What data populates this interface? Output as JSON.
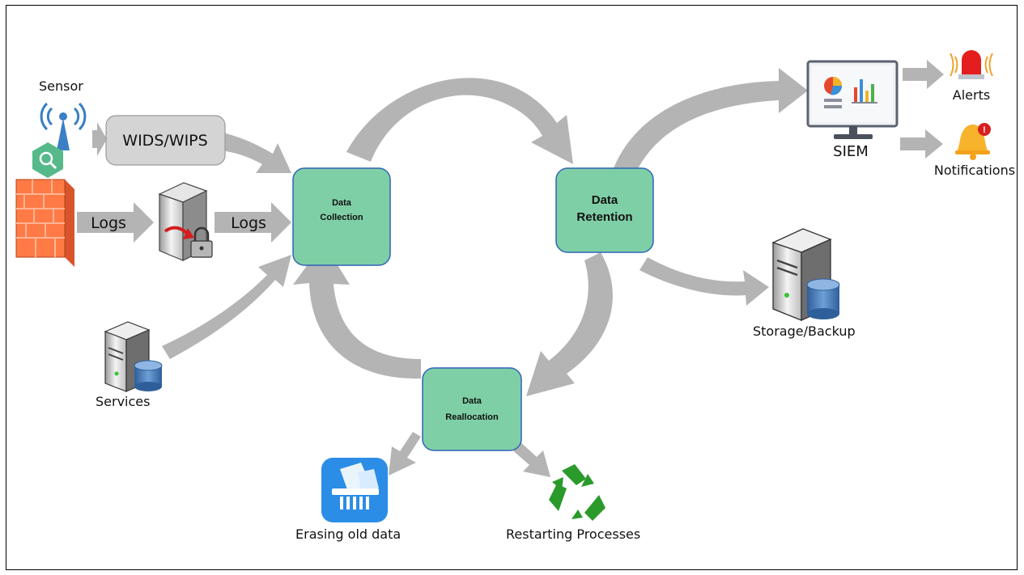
{
  "nodes": {
    "data_collection": {
      "line1": "Data",
      "line2": "Collection"
    },
    "data_retention": {
      "line1": "Data",
      "line2": "Retention"
    },
    "data_reallocation": {
      "line1": "Data",
      "line2": "Reallocation"
    }
  },
  "sources": {
    "sensor": "Sensor",
    "wids_wips": "WIDS/WIPS",
    "logs_1": "Logs",
    "logs_2": "Logs",
    "services": "Services"
  },
  "outputs": {
    "siem": "SIEM",
    "alerts": "Alerts",
    "notifications": "Notifications",
    "storage_backup": "Storage/Backup",
    "erasing": "Erasing old data",
    "restarting": "Restarting Processes"
  },
  "colors": {
    "node_fill": "#7fcfa6",
    "node_stroke": "#2f64b8",
    "arrow_gray": "#b4b4b4",
    "firewall": "#ff6f3c",
    "alert_red": "#e41e1e",
    "bell_yellow": "#f7b32b",
    "shredder_blue": "#2b8de6",
    "recycle_green": "#2a9a2a"
  },
  "icons": [
    "wifi-sensor-icon",
    "magnifier-hex-icon",
    "firewall-icon",
    "locked-server-icon",
    "services-server-icon",
    "siem-monitor-icon",
    "siren-icon",
    "bell-icon",
    "storage-server-icon",
    "shredder-icon",
    "recycle-icon"
  ]
}
